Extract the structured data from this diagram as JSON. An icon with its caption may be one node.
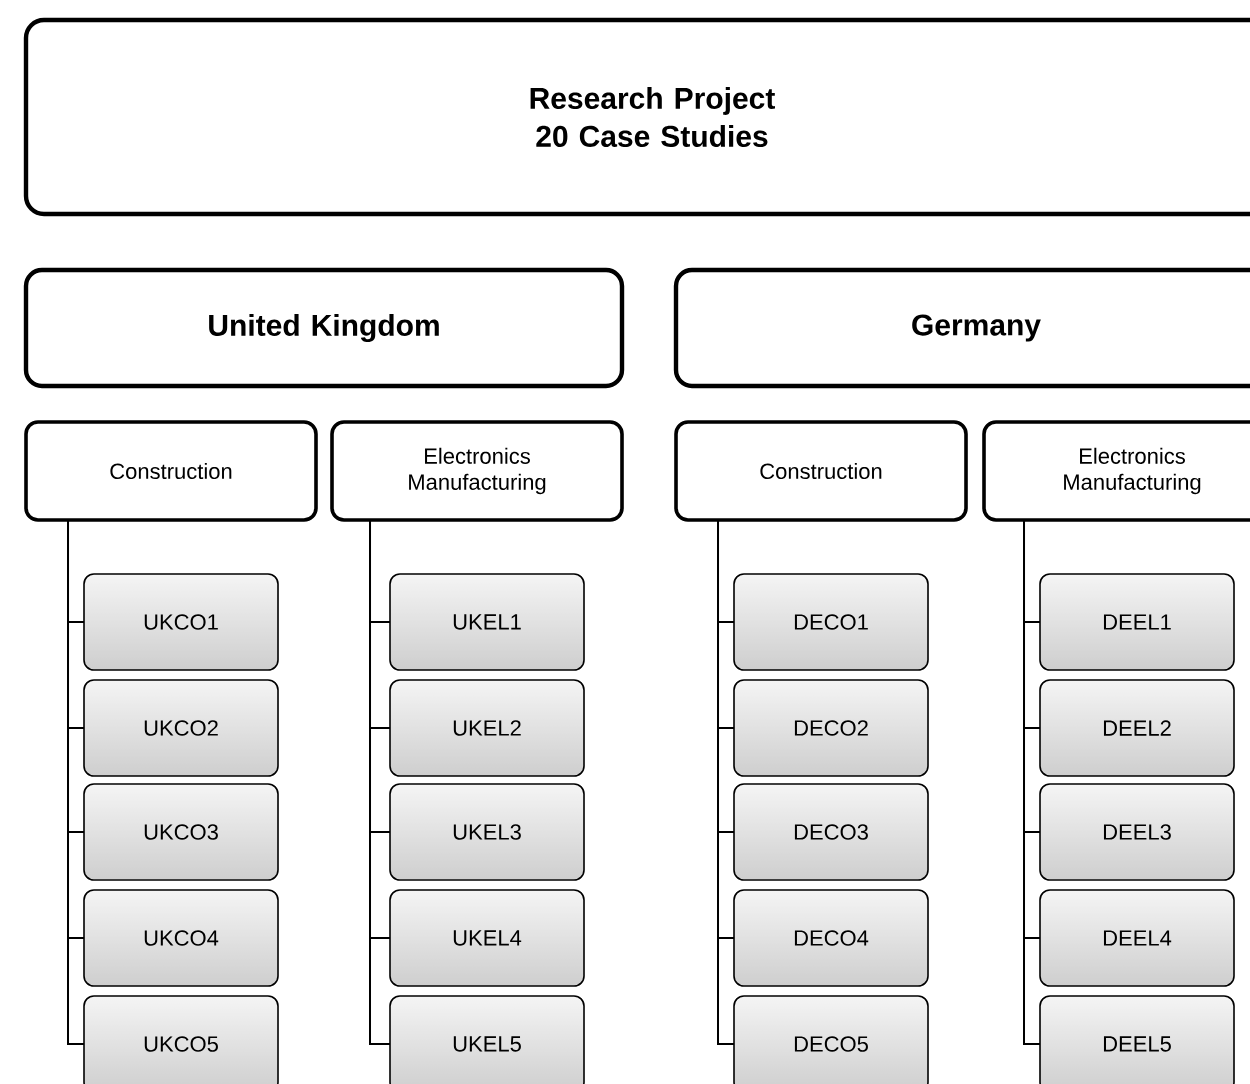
{
  "diagram": {
    "nodes": [
      {
        "text": [
          "Research Project",
          "20 Case Studies"
        ]
      },
      {
        "text": [
          "United Kingdom"
        ]
      },
      {
        "text": [
          "Germany"
        ]
      },
      {
        "text": [
          "Construction"
        ]
      },
      {
        "text": [
          "Electronics Manufacturing"
        ]
      },
      {
        "text": [
          "Construction"
        ]
      },
      {
        "text": [
          "Electronics Manufacturing"
        ]
      },
      {
        "text": [
          "UKCO1"
        ]
      },
      {
        "text": [
          "UKCO2"
        ]
      },
      {
        "text": [
          "UKCO3"
        ]
      },
      {
        "text": [
          "UKCO4"
        ]
      },
      {
        "text": [
          "UKCO5"
        ]
      },
      {
        "text": [
          "UKEL1"
        ]
      },
      {
        "text": [
          "UKEL2"
        ]
      },
      {
        "text": [
          "UKEL3"
        ]
      },
      {
        "text": [
          "UKEL4"
        ]
      },
      {
        "text": [
          "UKEL5"
        ]
      },
      {
        "text": [
          "DECO1"
        ]
      },
      {
        "text": [
          "DECO2"
        ]
      },
      {
        "text": [
          "DECO3"
        ]
      },
      {
        "text": [
          "DECO4"
        ]
      },
      {
        "text": [
          "DECO5"
        ]
      },
      {
        "text": [
          "DEEL1"
        ]
      },
      {
        "text": [
          "DEEL2"
        ]
      },
      {
        "text": [
          "DEEL3"
        ]
      },
      {
        "text": [
          "DEEL4"
        ]
      },
      {
        "text": [
          "DEEL5"
        ]
      }
    ],
    "edges": [
      {
        "from": 3,
        "to": 7,
        "arrow": "none"
      },
      {
        "from": 3,
        "to": 8,
        "arrow": "none"
      },
      {
        "from": 3,
        "to": 9,
        "arrow": "none"
      },
      {
        "from": 3,
        "to": 10,
        "arrow": "none"
      },
      {
        "from": 3,
        "to": 11,
        "arrow": "none"
      },
      {
        "from": 4,
        "to": 12,
        "arrow": "none"
      },
      {
        "from": 4,
        "to": 13,
        "arrow": "none"
      },
      {
        "from": 4,
        "to": 14,
        "arrow": "none"
      },
      {
        "from": 4,
        "to": 15,
        "arrow": "none"
      },
      {
        "from": 4,
        "to": 16,
        "arrow": "none"
      },
      {
        "from": 5,
        "to": 17,
        "arrow": "none"
      },
      {
        "from": 5,
        "to": 18,
        "arrow": "none"
      },
      {
        "from": 5,
        "to": 19,
        "arrow": "none"
      },
      {
        "from": 5,
        "to": 20,
        "arrow": "none"
      },
      {
        "from": 5,
        "to": 21,
        "arrow": "none"
      },
      {
        "from": 6,
        "to": 22,
        "arrow": "none"
      },
      {
        "from": 6,
        "to": 23,
        "arrow": "none"
      },
      {
        "from": 6,
        "to": 24,
        "arrow": "none"
      },
      {
        "from": 6,
        "to": 25,
        "arrow": "none"
      },
      {
        "from": 6,
        "to": 26,
        "arrow": "none"
      }
    ]
  }
}
